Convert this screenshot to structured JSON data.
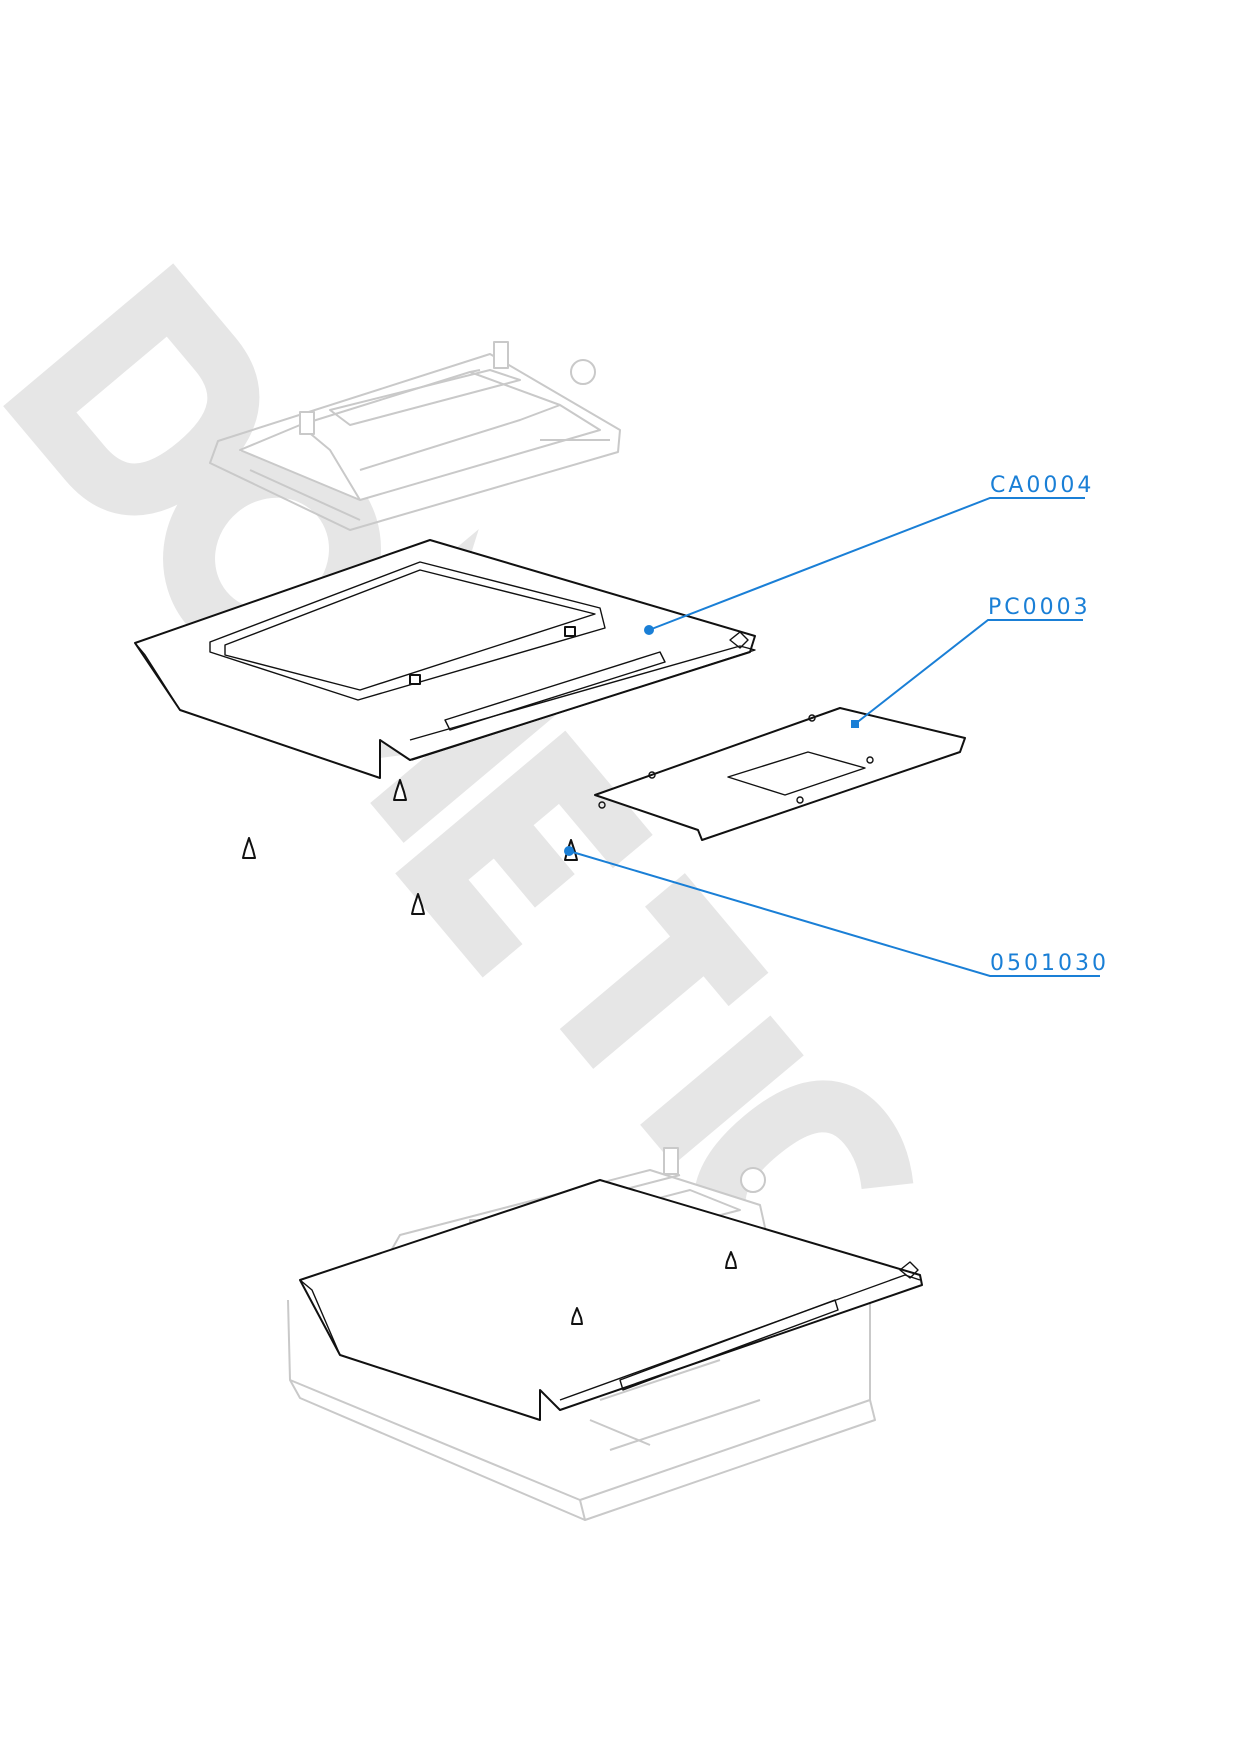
{
  "diagram": {
    "callouts": [
      {
        "id": "ca",
        "label": "CA0004"
      },
      {
        "id": "pc",
        "label": "PC0003"
      },
      {
        "id": "pin",
        "label": "0501030"
      }
    ],
    "watermark": "DOMETIC",
    "colors": {
      "callout": "#1a7fd6",
      "part_outline": "#111111",
      "context_outline": "#c9c9c9",
      "watermark": "#e6e6e6"
    }
  }
}
